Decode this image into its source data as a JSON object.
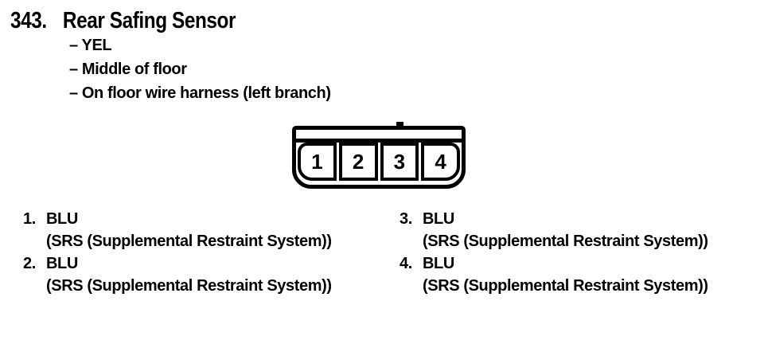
{
  "header": {
    "number": "343.",
    "title": "Rear Safing Sensor",
    "details": [
      "– YEL",
      "– Middle of floor",
      "– On floor wire harness (left branch)"
    ]
  },
  "connector": {
    "pins": [
      "1",
      "2",
      "3",
      "4"
    ]
  },
  "pin_list": [
    {
      "num": "1.",
      "wire_color": "BLU",
      "circuit": "(SRS (Supplemental Restraint System))"
    },
    {
      "num": "2.",
      "wire_color": "BLU",
      "circuit": "(SRS (Supplemental Restraint System))"
    },
    {
      "num": "3.",
      "wire_color": "BLU",
      "circuit": "(SRS (Supplemental Restraint System))"
    },
    {
      "num": "4.",
      "wire_color": "BLU",
      "circuit": "(SRS (Supplemental Restraint System))"
    }
  ],
  "colors": {
    "ink": "#000000",
    "paper": "#ffffff"
  }
}
